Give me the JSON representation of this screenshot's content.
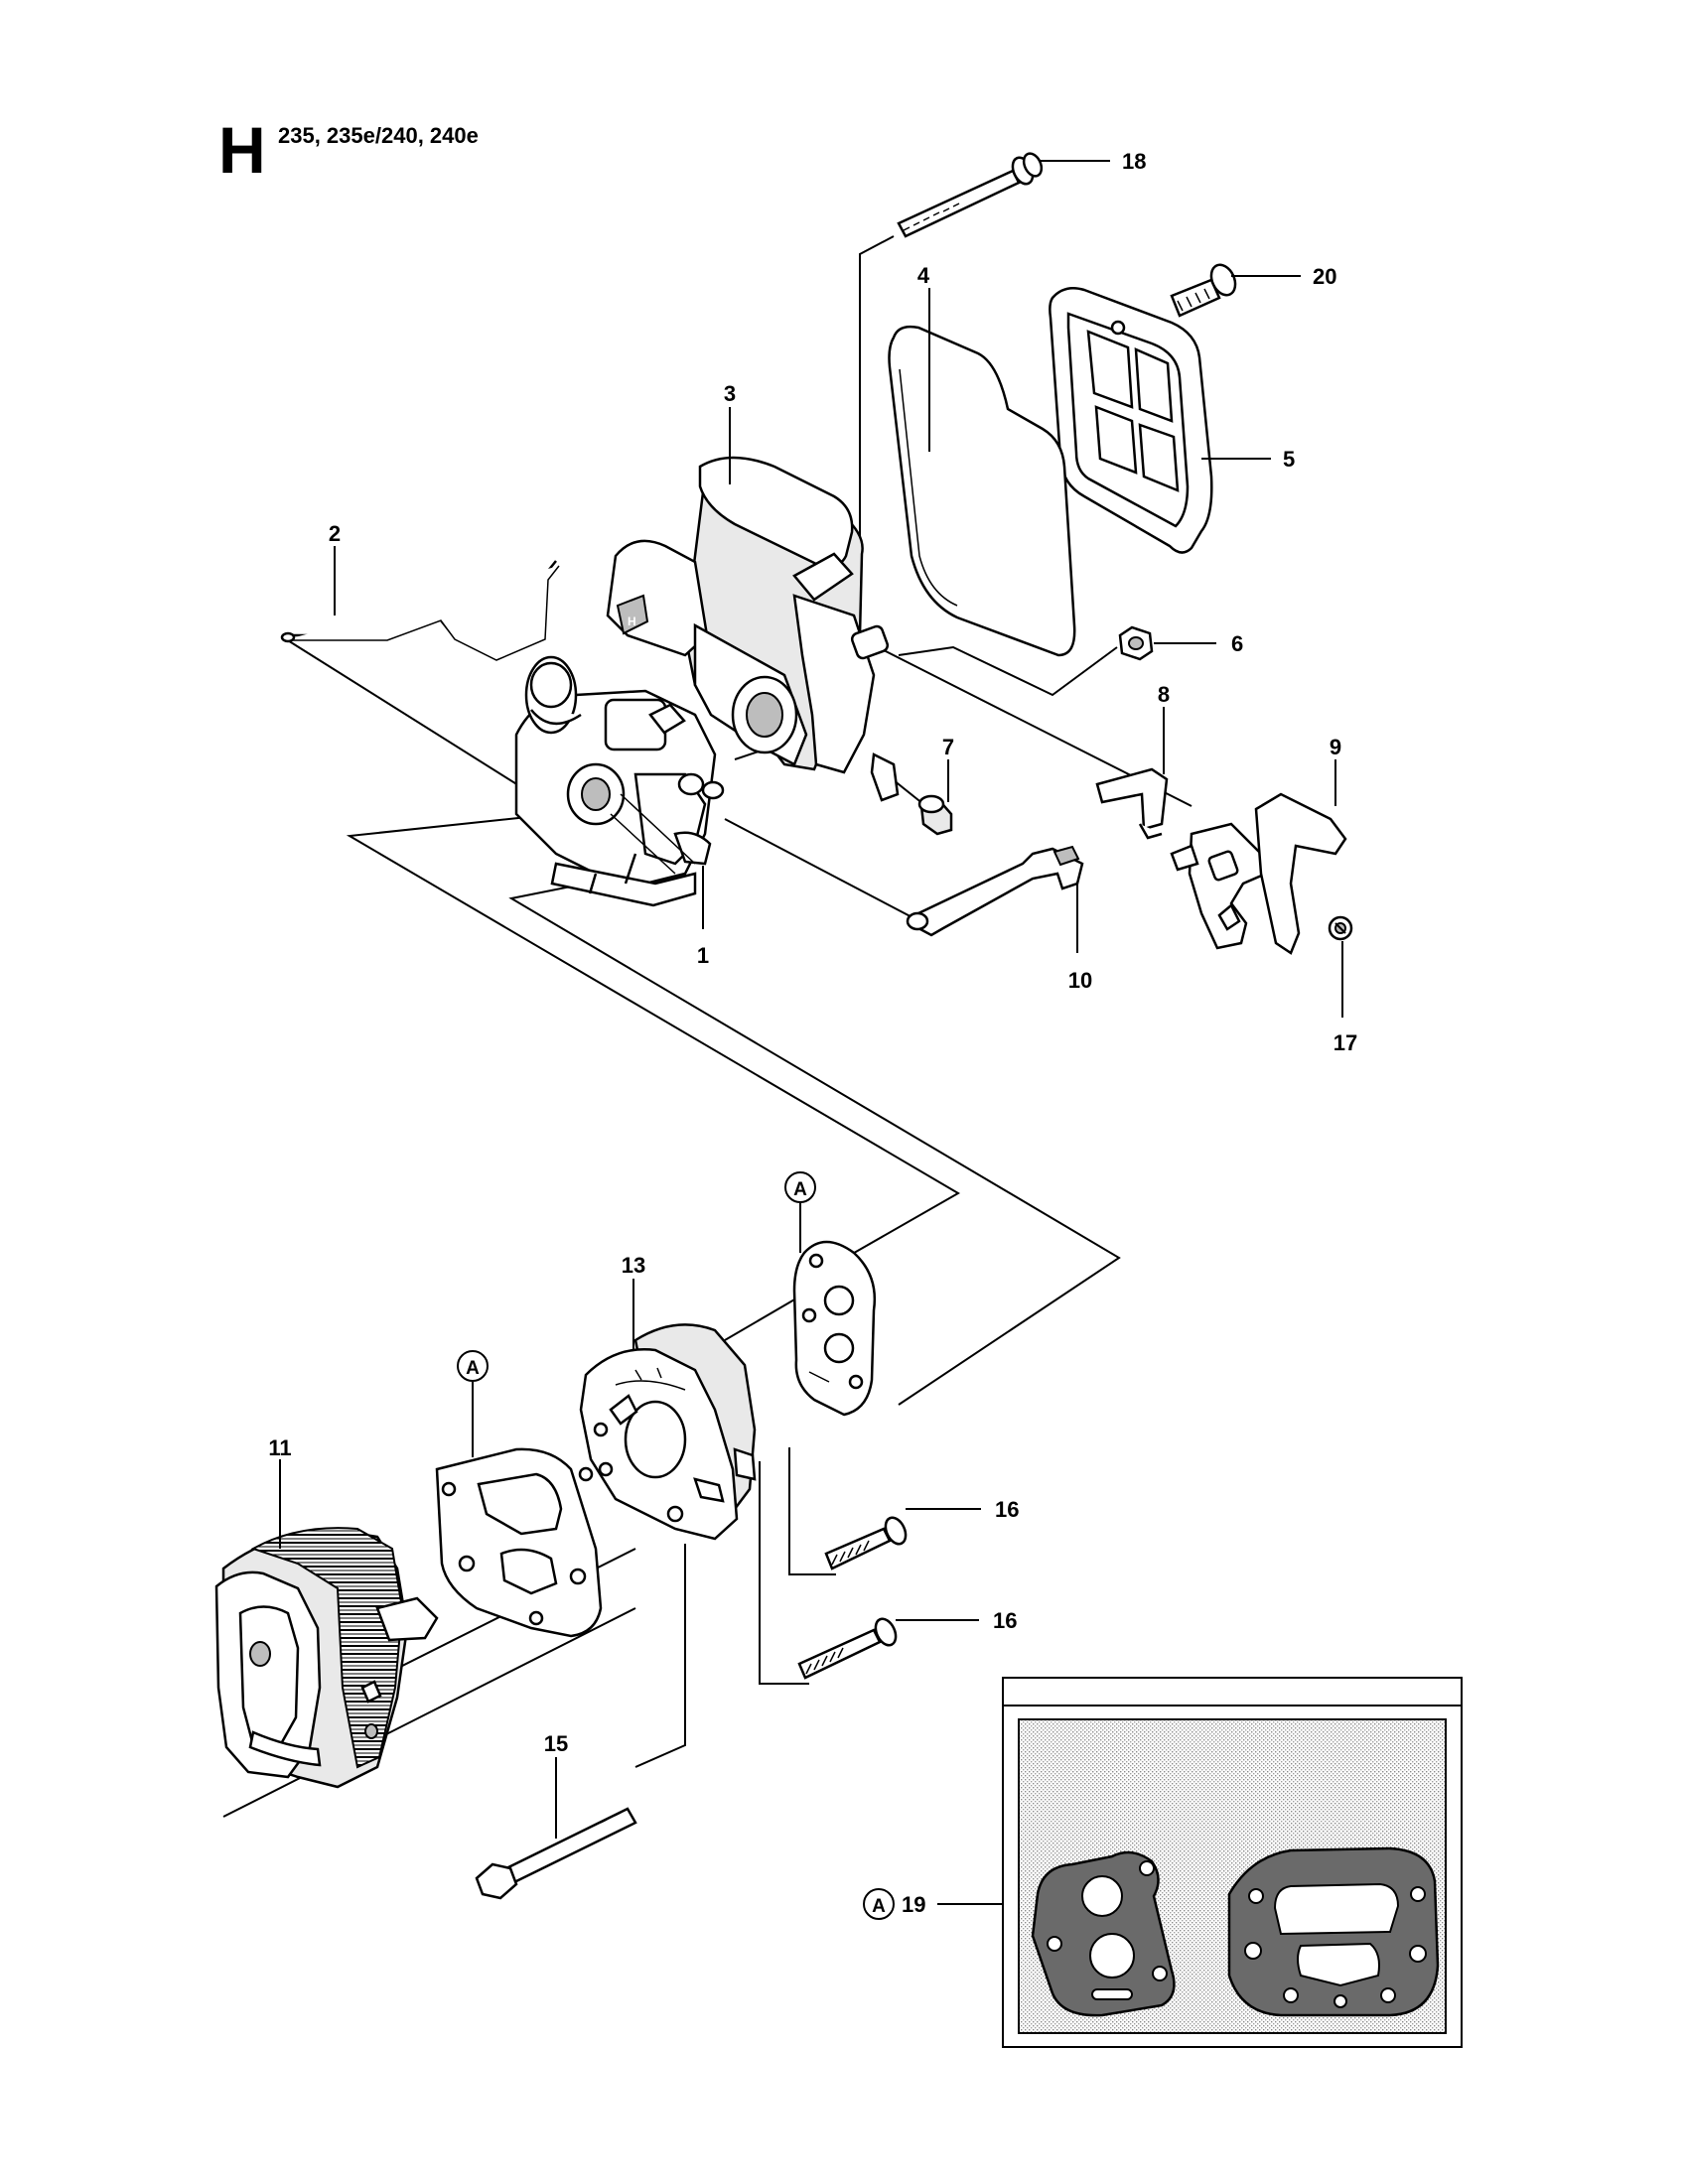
{
  "header": {
    "section_letter": "H",
    "models": "235, 235e/240, 240e"
  },
  "callouts": {
    "p1": "1",
    "p2": "2",
    "p3": "3",
    "p4": "4",
    "p5": "5",
    "p6": "6",
    "p7": "7",
    "p8": "8",
    "p9": "9",
    "p10": "10",
    "p11": "11",
    "p13": "13",
    "p15": "15",
    "p16a": "16",
    "p16b": "16",
    "p17": "17",
    "p18": "18",
    "p19": "19",
    "p20": "20"
  },
  "reference_marks": {
    "a1": "A",
    "a2": "A",
    "a3": "A"
  },
  "colors": {
    "line": "#000000",
    "inset_fill": "#d9d9d9"
  }
}
